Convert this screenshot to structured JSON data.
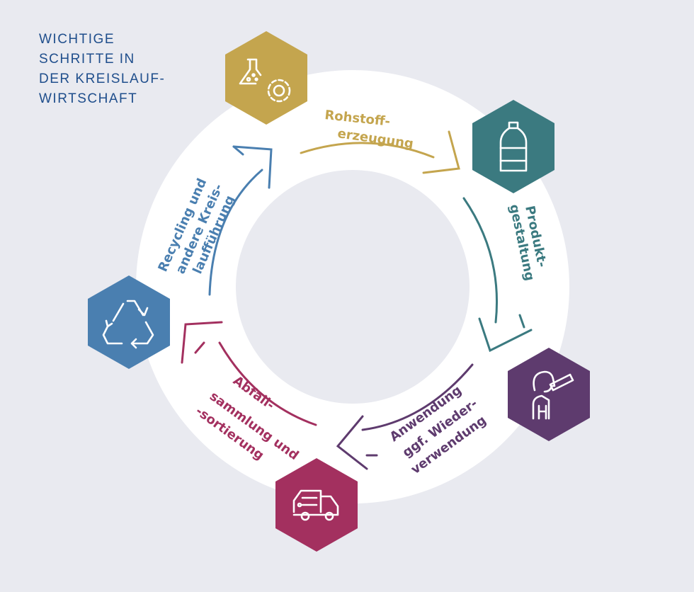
{
  "title": [
    "WICHTIGE",
    "SCHRITTE IN",
    "DER KREISLAUF-",
    "WIRTSCHAFT"
  ],
  "colors": {
    "background": "#E9EAF0",
    "ring": "#FFFFFF",
    "title": "#1F4E8C",
    "gold": "#C4A54E",
    "teal": "#3B7A80",
    "purple": "#5E3B6E",
    "magenta": "#A3305F",
    "blue": "#4A7FB0"
  },
  "steps": [
    {
      "icon": "flask-gear-icon",
      "label": [
        "Rohstoff-",
        "erzeugung"
      ]
    },
    {
      "icon": "bottle-icon",
      "label": [
        "Produkt-",
        "gestaltung"
      ]
    },
    {
      "icon": "person-drinking-icon",
      "label": [
        "Anwendung",
        "ggf. Wieder-",
        "verwendung"
      ]
    },
    {
      "icon": "garbage-truck-icon",
      "label": [
        "Abfall-",
        "sammlung und",
        "-sortierung"
      ]
    },
    {
      "icon": "recycle-icon",
      "label": [
        "Recycling und",
        "andere Kreis-",
        "laufführung"
      ]
    }
  ]
}
